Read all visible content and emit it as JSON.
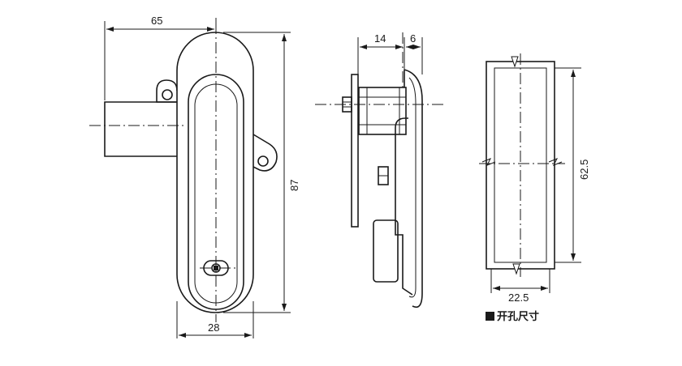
{
  "dimensions": {
    "overall_width": "65",
    "overall_height": "87",
    "handle_width": "28",
    "side_body": "14",
    "side_offset": "6",
    "cutout_height": "62.5",
    "cutout_width": "22.5"
  },
  "caption": "开孔尺寸",
  "colors": {
    "line": "#1a1a1a",
    "background": "#ffffff"
  }
}
